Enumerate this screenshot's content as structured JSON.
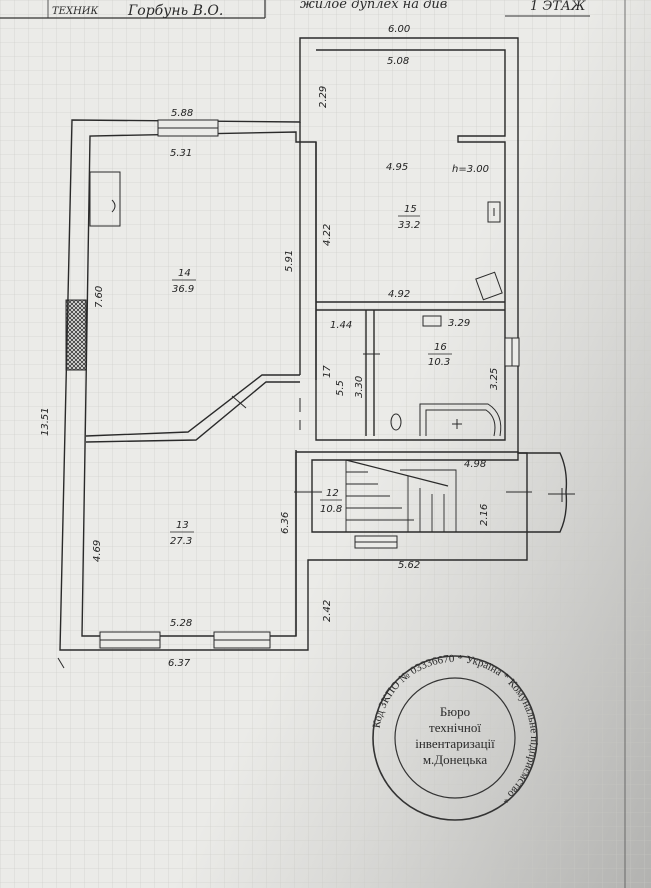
{
  "header": {
    "left_label": "ТЕХНИК",
    "signature": "Горбунь В.О.",
    "middle_note": "жилое дуплех на див",
    "floor": "1 ЭТАЖ"
  },
  "dimensions": {
    "top_overall": "6.00",
    "top_inner": "5.08",
    "right_upper": "2.29",
    "left_top_outer": "5.88",
    "left_top_inner": "5.31",
    "r15_width": "4.95",
    "height": "h=3.00",
    "r15_depth": "4.22",
    "r14_depth": "5.91",
    "r14_width": "7.60",
    "mid_width": "4.92",
    "r17_width": "1.44",
    "r16_width": "3.29",
    "r16_depth": "3.25",
    "r17_depth": "3.30",
    "left_overall": "13.51",
    "stair_width": "4.98",
    "stair_depth": "2.16",
    "left_lower": "6.36",
    "r13_depth": "4.69",
    "bottom_mid": "5.62",
    "right_lower": "2.42",
    "bottom_inner": "5.28",
    "bottom_outer": "6.37"
  },
  "rooms": [
    {
      "number": "14",
      "area": "36.9"
    },
    {
      "number": "15",
      "area": "33.2"
    },
    {
      "number": "16",
      "area": "10.3"
    },
    {
      "number": "17",
      "area": "5.5"
    },
    {
      "number": "12",
      "area": "10.8"
    },
    {
      "number": "13",
      "area": "27.3"
    }
  ],
  "stamp": {
    "center_lines": [
      "Бюро",
      "технічної",
      "інвентаризації",
      "м.Донецька"
    ],
    "ring_text": "Код ЗКПО № 03336670 * Україна * Комунальне підприємство *"
  },
  "colors": {
    "ink": "#2a2a2a",
    "paper": "#ebebe8",
    "grid": "#c9c9c4"
  }
}
